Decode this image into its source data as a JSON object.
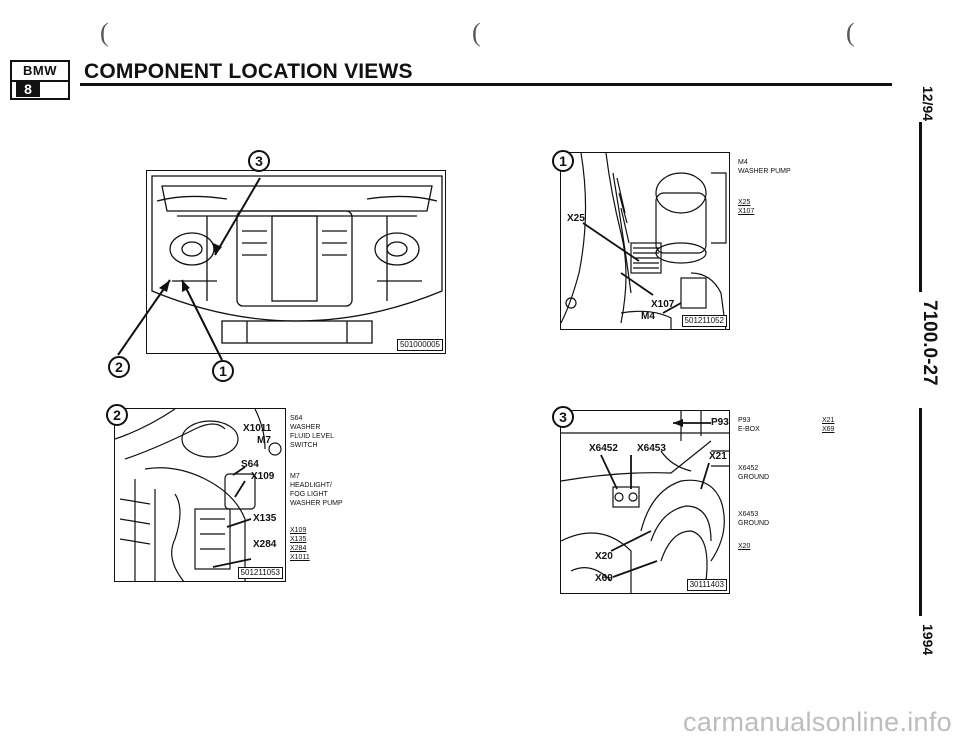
{
  "header": {
    "parens": [
      "(",
      "(",
      "("
    ],
    "logo_top": "BMW",
    "logo_bottom": "8",
    "title": "COMPONENT LOCATION VIEWS"
  },
  "side": {
    "date": "12/94",
    "page": "7100.0-27",
    "year": "1994"
  },
  "figure_overview": {
    "callouts": [
      "3",
      "2",
      "1"
    ],
    "figure_number": "501000005"
  },
  "figure_1": {
    "callout": "1",
    "labels": [
      "X25",
      "X107",
      "M4"
    ],
    "figure_number": "501211052",
    "legend": [
      {
        "code": "M4",
        "desc": [
          "WASHER PUMP"
        ]
      },
      {
        "code": "X25",
        "desc": []
      },
      {
        "code": "X107",
        "desc": []
      }
    ]
  },
  "figure_2": {
    "callout": "2",
    "labels": [
      "X1011",
      "M7",
      "S64",
      "X109",
      "X135",
      "X284"
    ],
    "figure_number": "501211053",
    "legend": [
      {
        "code": "S64",
        "desc": [
          "WASHER",
          "FLUID LEVEL",
          "SWITCH"
        ]
      },
      {
        "code": "M7",
        "desc": [
          "HEADLIGHT/",
          "FOG LIGHT",
          "WASHER PUMP"
        ]
      },
      {
        "code": "X109",
        "desc": []
      },
      {
        "code": "X135",
        "desc": []
      },
      {
        "code": "X284",
        "desc": []
      },
      {
        "code": "X1011",
        "desc": []
      }
    ]
  },
  "figure_3": {
    "callout": "3",
    "labels": [
      "P93",
      "X6452",
      "X6453",
      "X21",
      "X20",
      "X69"
    ],
    "figure_number": "30111403",
    "legend": [
      {
        "code": "P93",
        "desc": [
          "E-BOX"
        ]
      },
      {
        "code": "X6452",
        "desc": [
          "GROUND"
        ]
      },
      {
        "code": "X6453",
        "desc": [
          "GROUND"
        ]
      },
      {
        "code": "X20",
        "desc": []
      }
    ],
    "legend_extra": [
      "X21",
      "X69"
    ]
  },
  "watermark": "carmanualsonline.info"
}
